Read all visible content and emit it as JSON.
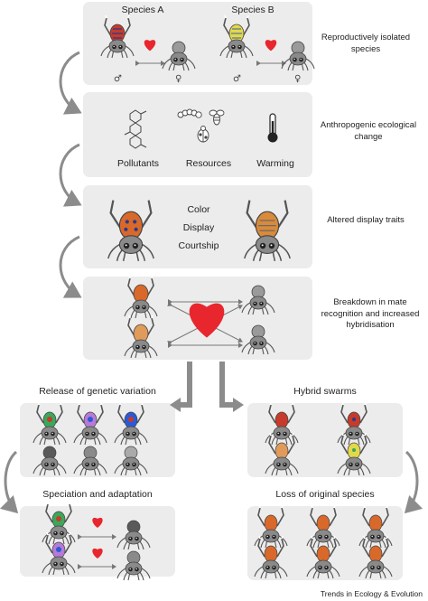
{
  "colors": {
    "panel": "#ececec",
    "heart": "#e8262d",
    "arrow": "#8c8c8c",
    "spider_body": "#8a8a8a",
    "spider_red": "#c63b2b",
    "spider_orange": "#d9692a",
    "spider_yellow": "#e3d84a",
    "spider_purple": "#7a3aa6",
    "spider_green": "#3aa85a"
  },
  "panels": {
    "p1": {
      "species_a": "Species A",
      "species_b": "Species B",
      "side": "Reproductively isolated species",
      "symbols": {
        "male_a": "♂",
        "female_a": "♀",
        "male_b": "♂",
        "female_b": "♀"
      }
    },
    "p2": {
      "pollutants": "Pollutants",
      "resources": "Resources",
      "warming": "Warming",
      "side": "Anthropogenic ecological change"
    },
    "p3": {
      "traits": [
        "Color",
        "Display",
        "Courtship"
      ],
      "side": "Altered display traits"
    },
    "p4": {
      "side": "Breakdown in mate recognition and increased hybridisation"
    },
    "left_top": {
      "title": "Release of genetic variation"
    },
    "left_bottom": {
      "title": "Speciation and adaptation"
    },
    "right_top": {
      "title": "Hybrid swarms"
    },
    "right_bottom": {
      "title": "Loss of original species"
    }
  },
  "icons": [
    "molecule-icon",
    "caterpillar-icon",
    "bee-icon",
    "ladybug-icon",
    "thermometer-icon",
    "heart-icon",
    "spider-icon"
  ],
  "credit": "Trends in Ecology & Evolution"
}
